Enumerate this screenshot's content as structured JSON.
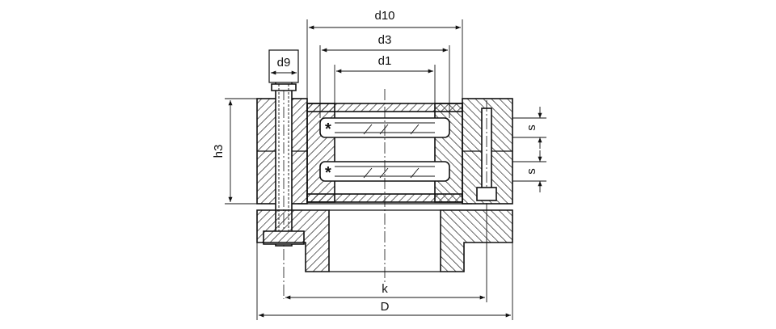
{
  "labels": {
    "d10": "d10",
    "d3": "d3",
    "d1": "d1",
    "d9": "d9",
    "h3": "h3",
    "s_top": "s",
    "s_bottom": "s",
    "k": "k",
    "D": "D",
    "star_top": "*",
    "star_bottom": "*"
  }
}
